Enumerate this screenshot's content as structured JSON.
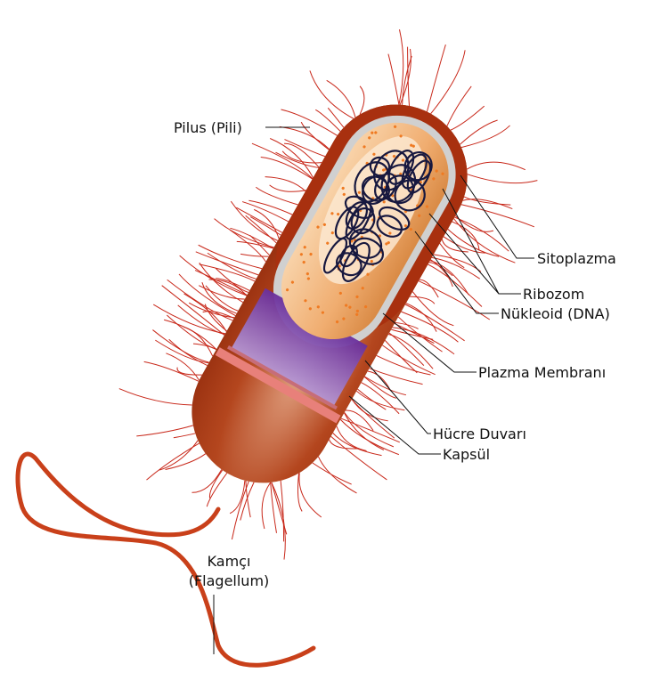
{
  "labels": {
    "pilus": "Pilus (Pili)",
    "cytoplasm": "Sitoplazma",
    "ribosome": "Ribozom",
    "nucleoid": "Nükleoid (DNA)",
    "plasma_membrane": "Plazma Membranı",
    "cell_wall": "Hücre Duvarı",
    "capsule": "Kapsül",
    "flagellum_line1": "Kamçı",
    "flagellum_line2": "(Flagellum)"
  },
  "colors": {
    "capsule": "#a8300f",
    "pili": "#c8281a",
    "cell_wall": "#c9c9c9",
    "membrane": "#7a3fa8",
    "cytoplasm": "#f2b47c",
    "dna": "#17183f",
    "ribosome": "#ef7a22"
  }
}
